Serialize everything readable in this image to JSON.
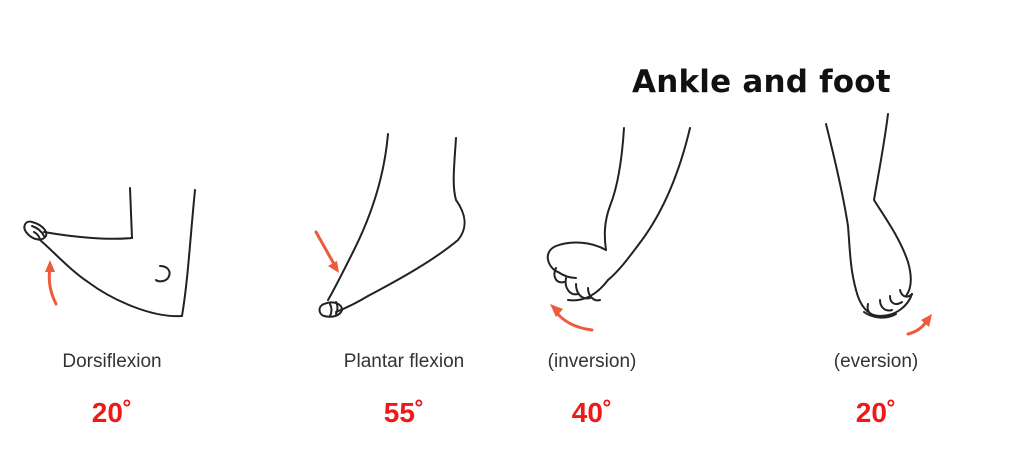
{
  "title": "Ankle and foot",
  "colors": {
    "accent": "#f01818",
    "arrow": "#ee5a3c",
    "ink": "#222222"
  },
  "movements": [
    {
      "label": "Dorsiflexion",
      "angle": "20˚",
      "icon": "foot-dorsiflexion"
    },
    {
      "label": "Plantar flexion",
      "angle": "55˚",
      "icon": "foot-plantar-flexion"
    },
    {
      "label": "(inversion)",
      "angle": "40˚",
      "icon": "foot-inversion"
    },
    {
      "label": "(eversion)",
      "angle": "20˚",
      "icon": "foot-eversion"
    }
  ]
}
